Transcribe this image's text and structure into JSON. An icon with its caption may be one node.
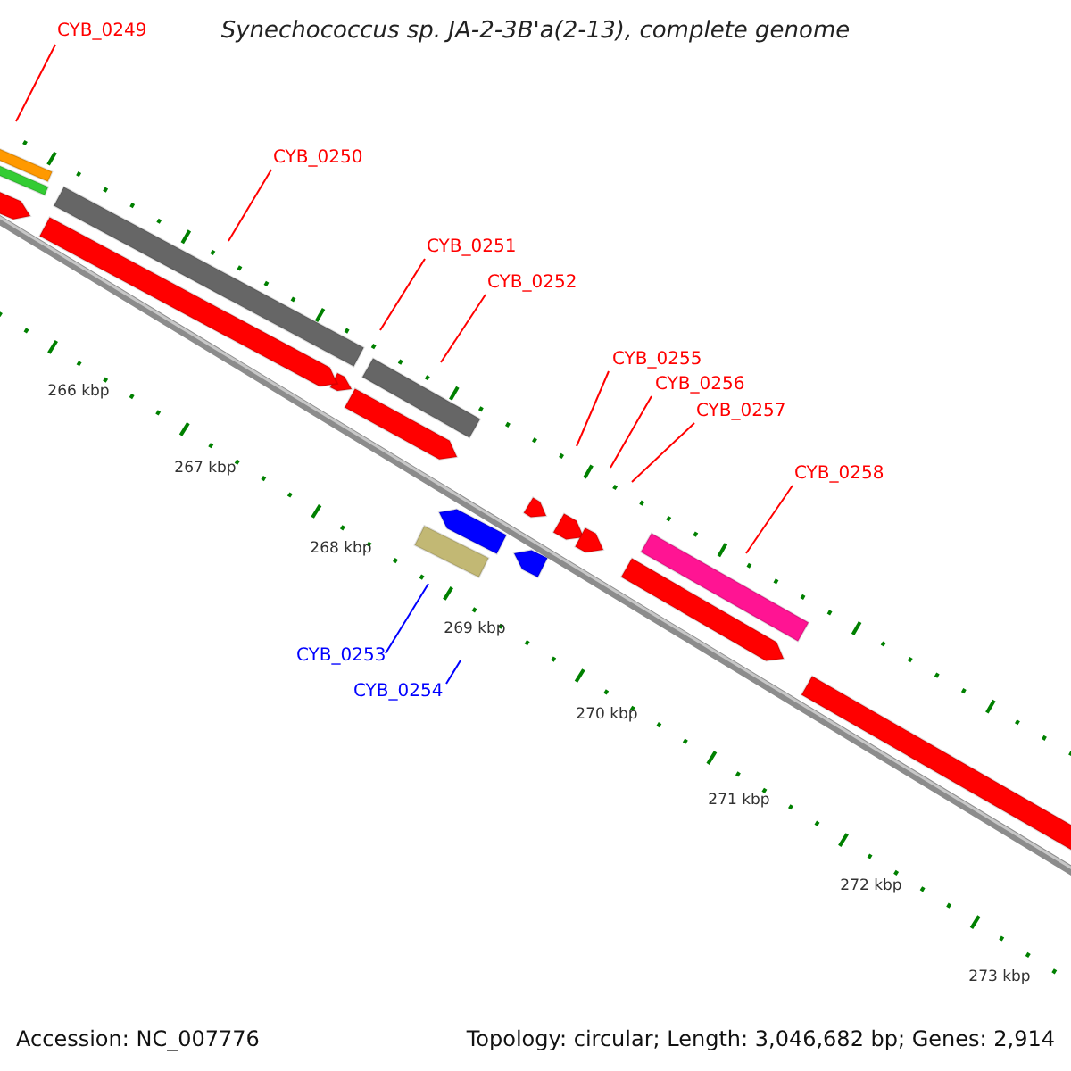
{
  "diagram": {
    "title": "Synechococcus sp. JA-2-3B'a(2-13), complete genome",
    "nodes": [
      {
        "text": [
          "CYB_0249"
        ]
      },
      {
        "text": [],
        "shape": "bar"
      },
      {
        "text": [
          "CYB_0250"
        ]
      },
      {
        "text": [],
        "shape": "bar"
      },
      {
        "text": [
          "CYB_0251"
        ]
      },
      {
        "text": [],
        "shape": "arrow"
      },
      {
        "text": [
          "CYB_0252"
        ]
      },
      {
        "text": [],
        "shape": "bar"
      },
      {
        "text": [
          "CYB_0255"
        ]
      },
      {
        "text": [],
        "shape": "arrow"
      },
      {
        "text": [
          "CYB_0256"
        ]
      },
      {
        "text": [],
        "shape": "arrow"
      },
      {
        "text": [
          "CYB_0257"
        ]
      },
      {
        "text": [],
        "shape": "arrow"
      },
      {
        "text": [
          "CYB_0258"
        ]
      },
      {
        "text": [],
        "shape": "bar"
      },
      {
        "text": [
          "CYB_0253"
        ]
      },
      {
        "text": [],
        "shape": "arrow"
      },
      {
        "text": [
          "CYB_0254"
        ]
      },
      {
        "text": [],
        "shape": "arrow"
      },
      {
        "text": [],
        "shape": "bar"
      },
      {
        "text": [],
        "shape": "arrow"
      },
      {
        "text": [],
        "shape": "arrow"
      },
      {
        "text": [],
        "shape": "arrow"
      },
      {
        "text": [],
        "shape": "bar"
      },
      {
        "text": [],
        "shape": "arrow"
      },
      {
        "text": [],
        "shape": "arrow"
      }
    ],
    "edges": [
      {
        "from": 0,
        "to": 1,
        "arrow": "none"
      },
      {
        "from": 2,
        "to": 3,
        "arrow": "none"
      },
      {
        "from": 4,
        "to": null,
        "arrow": "none"
      },
      {
        "from": 6,
        "to": 7,
        "arrow": "none"
      },
      {
        "from": 8,
        "to": 9,
        "arrow": "none"
      },
      {
        "from": 10,
        "to": 11,
        "arrow": "none"
      },
      {
        "from": 12,
        "to": null,
        "arrow": "none"
      },
      {
        "from": 14,
        "to": 15,
        "arrow": "none"
      },
      {
        "from": 16,
        "to": null,
        "arrow": "none",
        "color": "#0000ff"
      },
      {
        "from": 18,
        "to": null,
        "arrow": "none",
        "color": "#0000ff"
      }
    ],
    "labels": [
      "266 kbp",
      "267 kbp",
      "268 kbp",
      "269 kbp",
      "270 kbp",
      "271 kbp",
      "272 kbp",
      "273 kbp",
      "Accession: NC_007776",
      "Topology: circular; Length: 3,046,682 bp; Genes: 2,914"
    ]
  }
}
